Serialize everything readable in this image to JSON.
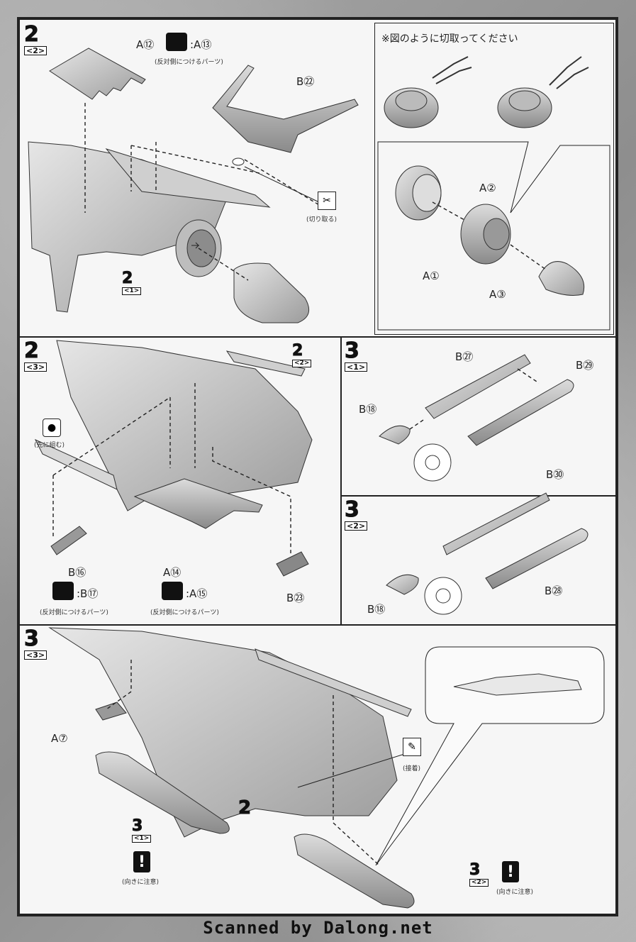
{
  "instruction_note": "※図のように切取ってください",
  "steps": {
    "s2_2": {
      "num": "2",
      "sub": "<2>"
    },
    "s2_1": {
      "num": "2",
      "sub": "<1>"
    },
    "s2_3": {
      "num": "2",
      "sub": "<3>"
    },
    "s2_2b": {
      "num": "2",
      "sub": "<2>"
    },
    "s3_1": {
      "num": "3",
      "sub": "<1>"
    },
    "s3_2": {
      "num": "3",
      "sub": "<2>"
    },
    "s3_3": {
      "num": "3",
      "sub": "<3>"
    },
    "s3_1b": {
      "num": "3",
      "sub": "<1>"
    },
    "s3_2b": {
      "num": "3",
      "sub": "<2>"
    },
    "s2_ref": {
      "num": "2"
    }
  },
  "parts": {
    "a12": "A⑫",
    "a13": ":A⑬",
    "b22": "B㉒",
    "a2": "A②",
    "a1": "A①",
    "a3": "A③",
    "b27": "B㉗",
    "b29": "B㉙",
    "b18a": "B⑱",
    "b30": "B㉚",
    "b28": "B㉘",
    "b18b": "B⑱",
    "b16": "B⑯",
    "b17": ":B⑰",
    "a14": "A⑭",
    "a15": ":A⑮",
    "b23": "B㉓",
    "a7": "A⑦"
  },
  "captions": {
    "opposite1": "(反対側につけるパーツ)",
    "cut": "(切り取る)",
    "assemble_first": "(先に組む)",
    "opposite2": "(反対側につけるパーツ)",
    "opposite3": "(反対側につけるパーツ)",
    "glue": "(接着)",
    "orient1": "(向きに注意)",
    "orient2": "(向きに注意)"
  },
  "footer": "Scanned by Dalong.net"
}
